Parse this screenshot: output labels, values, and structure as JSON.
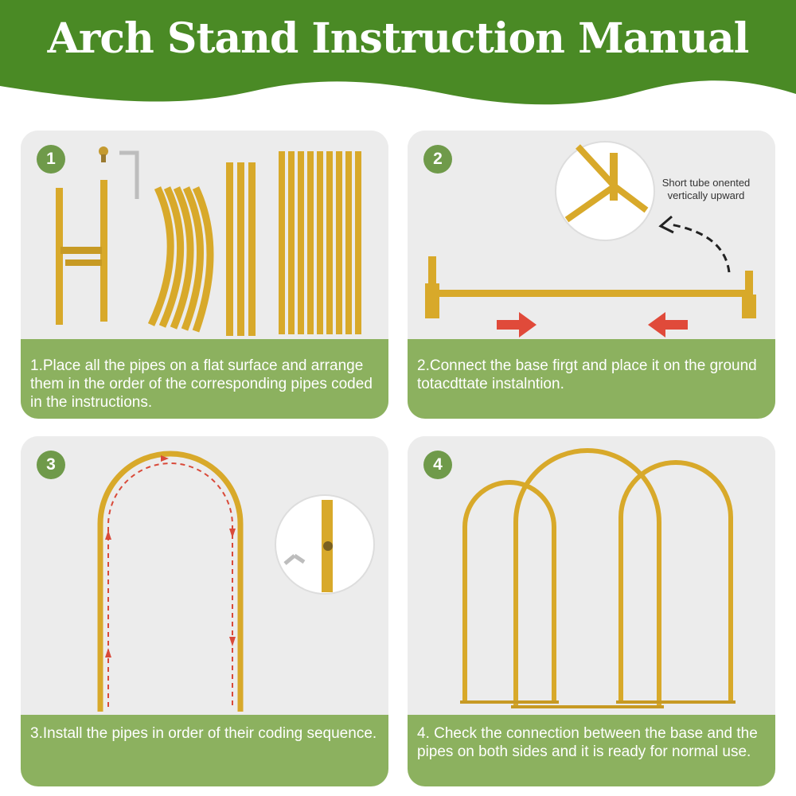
{
  "banner": {
    "title": "Arch Stand Instruction Manual"
  },
  "steps": [
    {
      "number": "1",
      "caption": "1.Place all the pipes on a flat surface and arrange them in the order of the corresponding pipes coded in the instructions."
    },
    {
      "number": "2",
      "caption": "2.Connect the base firgt and place it on the ground totacdttate instalntion.",
      "note": "Short tube onented vertically upward"
    },
    {
      "number": "3",
      "caption": "3.Install the pipes in order of their coding sequence."
    },
    {
      "number": "4",
      "caption": "4. Check the connection between the base and the pipes on both sides and it is ready for normal use."
    }
  ],
  "colors": {
    "banner_green": "#4a8a25",
    "caption_green": "#8cb15f",
    "gold": "#d8a92a"
  }
}
